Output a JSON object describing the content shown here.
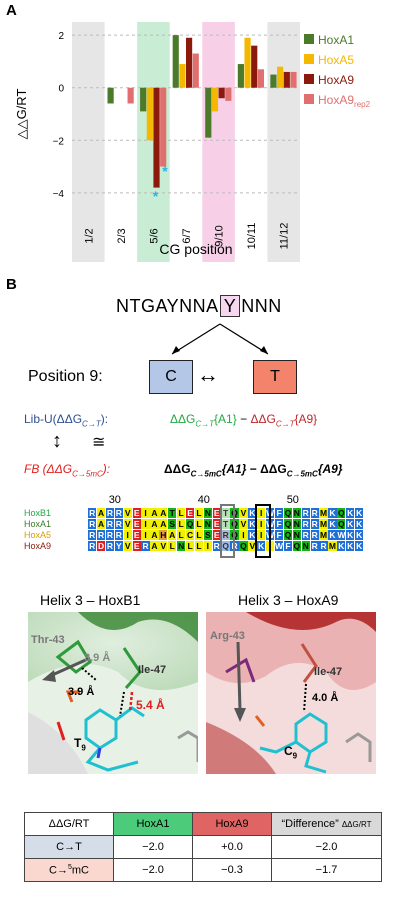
{
  "panel_a": {
    "letter": "A",
    "chart_data": {
      "type": "bar",
      "ylabel": "△△G/RT",
      "xlabel": "CG position",
      "ylim": [
        -4.5,
        2.5
      ],
      "yticks": [
        "2",
        "0",
        "−2",
        "−4"
      ],
      "ytick_values": [
        2,
        0,
        -2,
        -4
      ],
      "categories": [
        "1/2",
        "2/3",
        "5/6",
        "6/7",
        "9/10",
        "10/11",
        "11/12"
      ],
      "series": [
        {
          "name": "HoxA1",
          "color": "#4b7a2a",
          "values": [
            0,
            -0.6,
            -0.9,
            2.0,
            -1.9,
            0.9,
            0.5
          ]
        },
        {
          "name": "HoxA5",
          "color": "#f5b800",
          "values": [
            0,
            0,
            -2.0,
            0.9,
            -0.9,
            1.9,
            0.8
          ]
        },
        {
          "name": "HoxA9",
          "color": "#8b1a0c",
          "values": [
            0,
            0,
            -3.8,
            1.9,
            -0.4,
            1.6,
            0.6
          ]
        },
        {
          "name": "HoxA9",
          "name_sub": "rep2",
          "color": "#e07070",
          "values": [
            0,
            -0.6,
            -3.0,
            1.3,
            -0.5,
            0.7,
            0.6
          ]
        }
      ],
      "highlights": [
        {
          "category": "5/6",
          "color": "#c8ecd4"
        },
        {
          "category": "9/10",
          "color": "#f7d0e8"
        }
      ],
      "annotations": [
        "*",
        "*"
      ]
    }
  },
  "panel_b": {
    "letter": "B",
    "motif": {
      "prefix": "NTGAYNNA",
      "boxed": "Y",
      "suffix": "NNN"
    },
    "position_label": "Position 9:",
    "base_c": "C",
    "base_t": "T",
    "arrow_lr": "↔",
    "lib_u_label": "Lib-U(ΔΔG",
    "lib_u_sub": "C→T",
    "lib_u_close": "):",
    "lib_u_expr_a": "ΔΔG",
    "lib_u_expr_a_sub": "C→T",
    "lib_u_expr_a_tail": "{A1}",
    "lib_u_minus": "−",
    "lib_u_expr_b": "ΔΔG",
    "lib_u_expr_b_sub": "C→T",
    "lib_u_expr_b_tail": "{A9}",
    "updown": "↕",
    "approx": "≅",
    "fb_label": "FB (ΔΔG",
    "fb_sub": "C→5mC",
    "fb_close": "):",
    "fb_expr_a": "ΔΔG",
    "fb_expr_a_sub": "C→5mC",
    "fb_expr_a_tail": "{A1}",
    "fb_minus": "−",
    "fb_expr_b": "ΔΔG",
    "fb_expr_b_sub": "C→5mC",
    "fb_expr_b_tail": "{A9}",
    "alignment": {
      "ruler": [
        "30",
        "40",
        "50"
      ],
      "rows": [
        {
          "name": "HoxB1",
          "name_color": "#22a845",
          "seq": "RARRVEIAATLELNETQVKIWFQNRRMKQKK"
        },
        {
          "name": "HoxA1",
          "name_color": "#3c7a2a",
          "seq": "RARRVEIAASLQLNETQVKIWFQNRRMKQKK"
        },
        {
          "name": "HoxA5",
          "name_color": "#d8a000",
          "seq": "RRRRIEIAHALCLSERQIKIWFQNRRMKWKK"
        },
        {
          "name": "HoxA9",
          "name_color": "#8b1a0c",
          "seq": "RDRYVERAVLNLLIRQRQVKIWFQNRRMKKKK"
        }
      ]
    },
    "helix_left": {
      "title": "Helix 3 – HoxB1",
      "title_color": "#4b8a2a",
      "thr": "Thr-43",
      "ile": "Ile-47",
      "d1": "3.9",
      "d2": "3.9 Å",
      "d3": "5.4 Å",
      "base": "T",
      "base_sub": "9",
      "angstrom": "Å"
    },
    "helix_right": {
      "title": "Helix 3 – HoxA9",
      "title_color": "#b02020",
      "arg": "Arg-43",
      "ile": "Ile-47",
      "d1": "4.0 Å",
      "base": "C",
      "base_sub": "9"
    },
    "table": {
      "header": [
        "ΔΔG/RT",
        "HoxA1",
        "HoxA9",
        "“Difference”"
      ],
      "header_diff_suffix": "ΔΔG/RT",
      "rows": [
        {
          "label": "C→T",
          "a1": "−2.0",
          "a9": "+0.0",
          "diff": "−2.0"
        },
        {
          "label": "C→",
          "label_sup": "5",
          "label_tail": "mC",
          "a1": "−2.0",
          "a9": "−0.3",
          "diff": "−1.7"
        }
      ],
      "colors": {
        "hoxa1": "#4ccb7a",
        "hoxa9": "#e06464",
        "diff": "#d9d9d9",
        "row1": "#d4dde8",
        "row2": "#fad8d0"
      }
    }
  }
}
